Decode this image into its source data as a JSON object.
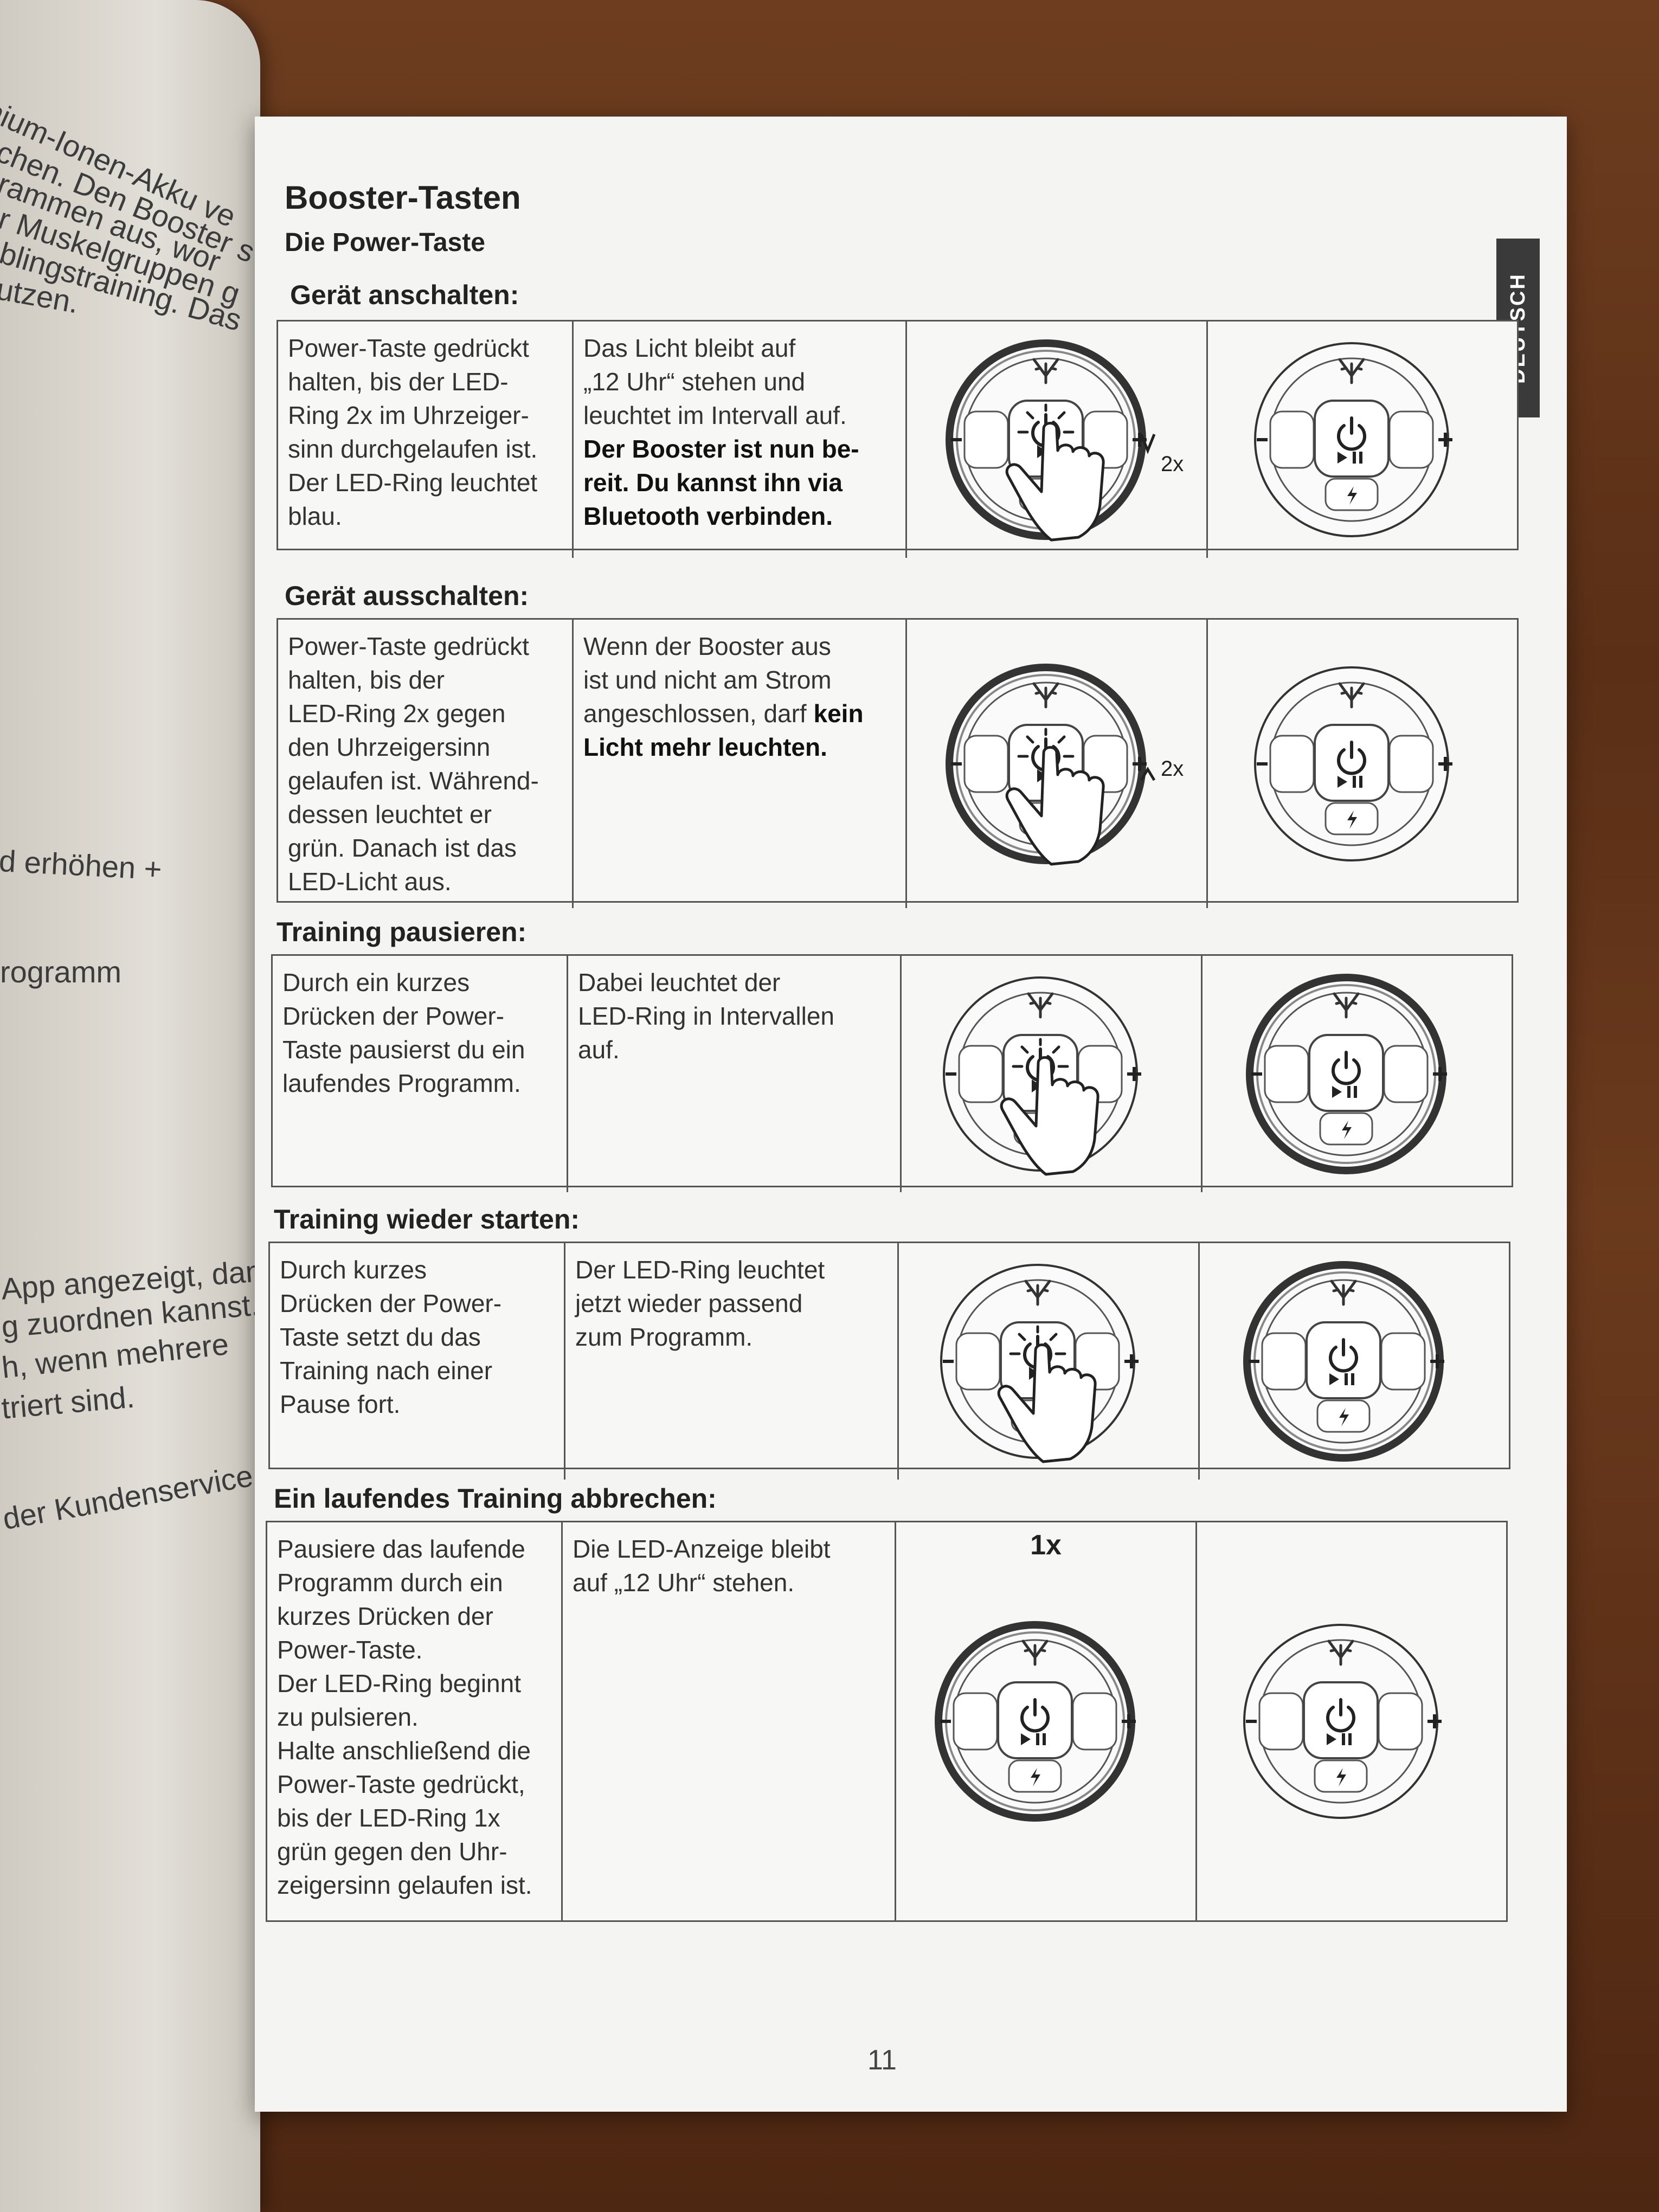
{
  "left_page": {
    "lines": [
      "hium-Ionen-Akku ve",
      "uchen. Den Booster s",
      "grammen aus, wor",
      "er Muskelgruppen g",
      "eblingstraining. Das",
      "utzen.",
      "d erhöhen +",
      "rogramm",
      "App angezeigt, damit",
      "g zuordnen kannst.",
      "h, wenn mehrere",
      "triert sind.",
      "der Kundenservice"
    ]
  },
  "language_tab": "DEUTSCH",
  "title": "Booster-Tasten",
  "subtitle": "Die Power-Taste",
  "sections": [
    {
      "heading": "Gerät anschalten:",
      "col1": "Power-Taste gedrückt\nhalten, bis der LED-\nRing 2x im Uhrzeiger-\nsinn durchgelaufen ist.\nDer LED-Ring leuchtet\nblau.",
      "col2": "Das Licht bleibt auf\n„12 Uhr“ stehen und\nleuchtet im Intervall auf.",
      "col2_bold": "Der Booster ist nun be-\nreit. Du kannst ihn via\nBluetooth verbinden.",
      "counter": "2x"
    },
    {
      "heading": "Gerät ausschalten:",
      "col1": "Power-Taste gedrückt\nhalten, bis der\nLED-Ring 2x gegen\nden Uhrzeigersinn\ngelaufen ist. Während-\ndessen leuchtet er\ngrün. Danach ist das\nLED-Licht aus.",
      "col2": "Wenn der Booster aus\nist und nicht am Strom\nangeschlossen, darf",
      "col2_bold": "kein\nLicht mehr leuchten.",
      "counter": "2x"
    },
    {
      "heading": "Training pausieren:",
      "col1": "Durch ein kurzes\nDrücken der Power-\nTaste pausierst du ein\nlaufendes Programm.",
      "col2": "Dabei leuchtet der\nLED-Ring in Intervallen\nauf."
    },
    {
      "heading": "Training wieder starten:",
      "col1": "Durch kurzes\nDrücken der Power-\nTaste setzt du das\nTraining nach einer\nPause fort.",
      "col2": "Der LED-Ring leuchtet\njetzt wieder passend\nzum Programm."
    },
    {
      "heading": "Ein laufendes Training abbrechen:",
      "col1": "Pausiere das laufende\nProgramm durch ein\nkurzes Drücken der\nPower-Taste.\nDer LED-Ring beginnt\nzu pulsieren.\nHalte anschließend die\nPower-Taste gedrückt,\nbis der LED-Ring 1x\ngrün gegen den Uhr-\nzeigersinn gelaufen ist.",
      "col2": "Die LED-Anzeige bleibt\nauf „12 Uhr“ stehen.",
      "counter": "1x"
    }
  ],
  "page_number": "11",
  "colors": {
    "page": "#f4f4f2",
    "ink": "#222222",
    "table_border": "#555555",
    "lang_tab": "#3a3a3a",
    "wood": "#6e3d1f"
  },
  "icons": [
    "power-icon",
    "play-pause-icon",
    "plus-icon",
    "minus-icon",
    "lightning-icon",
    "antler-logo-icon",
    "pressing-hand-icon"
  ]
}
